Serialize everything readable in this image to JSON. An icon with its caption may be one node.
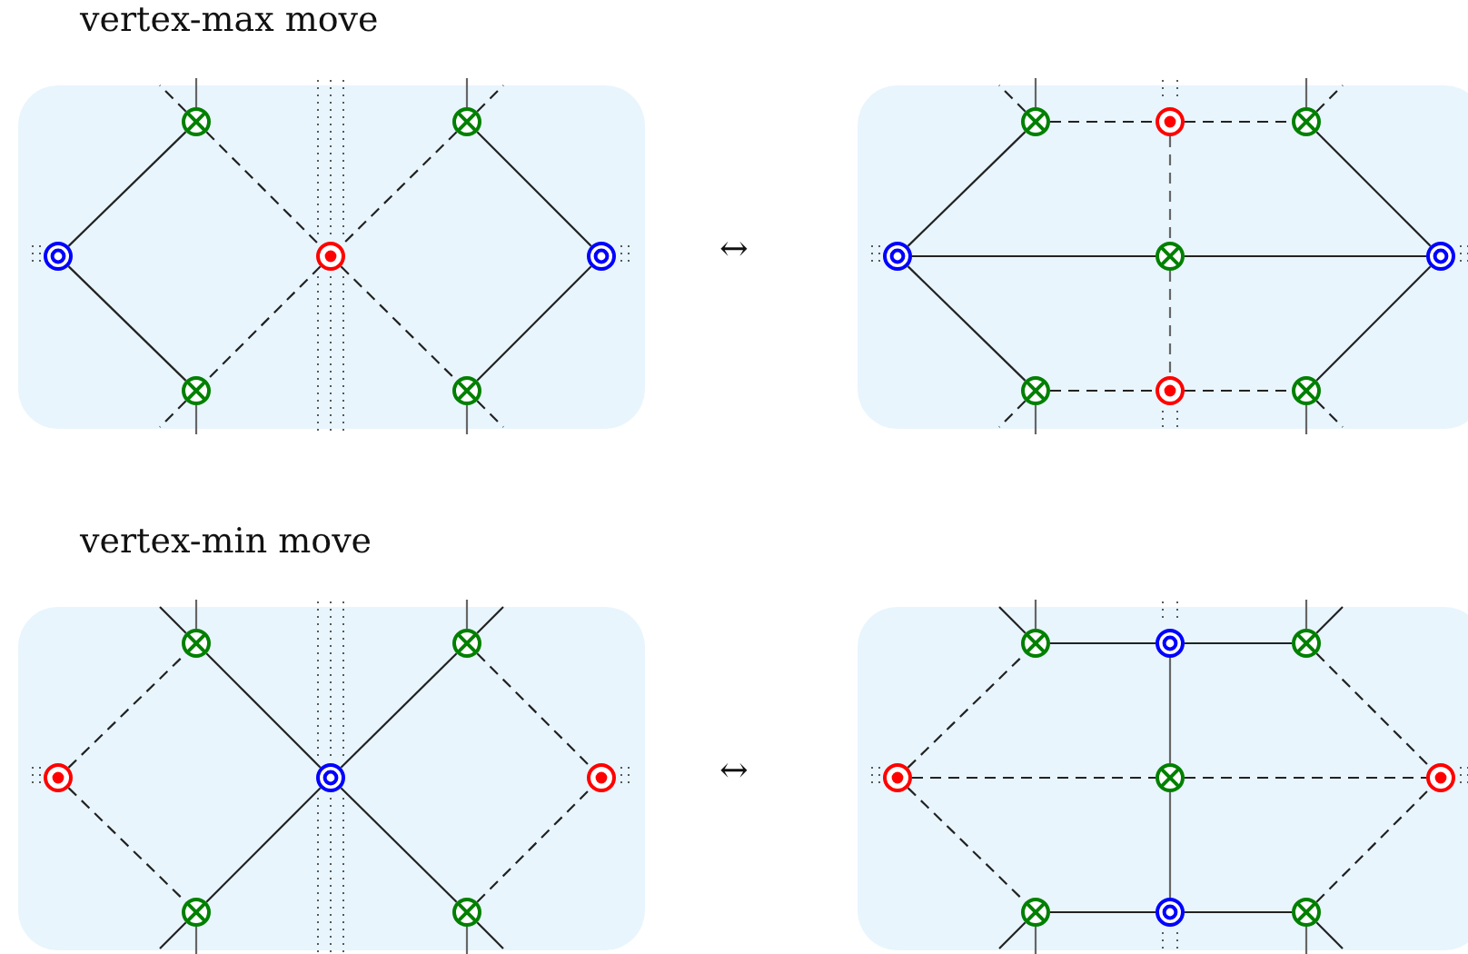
{
  "diagram": {
    "nodes": [
      {
        "text": [],
        "shape": "box"
      },
      {
        "text": [],
        "shape": "cross",
        "in": 0
      },
      {
        "text": [],
        "shape": "cross",
        "in": 0
      },
      {
        "text": [],
        "shape": "ring",
        "in": 0
      },
      {
        "text": [],
        "shape": "dot",
        "in": 0
      },
      {
        "text": [],
        "shape": "ring",
        "in": 0
      },
      {
        "text": [],
        "shape": "cross",
        "in": 0
      },
      {
        "text": [],
        "shape": "cross",
        "in": 0
      },
      {
        "text": [],
        "shape": "box"
      },
      {
        "text": [],
        "shape": "cross",
        "in": 8
      },
      {
        "text": [],
        "shape": "dot",
        "in": 8
      },
      {
        "text": [],
        "shape": "cross",
        "in": 8
      },
      {
        "text": [],
        "shape": "ring",
        "in": 8
      },
      {
        "text": [],
        "shape": "cross",
        "in": 8
      },
      {
        "text": [],
        "shape": "ring",
        "in": 8
      },
      {
        "text": [],
        "shape": "cross",
        "in": 8
      },
      {
        "text": [],
        "shape": "dot",
        "in": 8
      },
      {
        "text": [],
        "shape": "cross",
        "in": 8
      },
      {
        "text": [],
        "shape": "box"
      },
      {
        "text": [],
        "shape": "cross",
        "in": 18
      },
      {
        "text": [],
        "shape": "cross",
        "in": 18
      },
      {
        "text": [],
        "shape": "dot",
        "in": 18
      },
      {
        "text": [],
        "shape": "ring",
        "in": 18
      },
      {
        "text": [],
        "shape": "dot",
        "in": 18
      },
      {
        "text": [],
        "shape": "cross",
        "in": 18
      },
      {
        "text": [],
        "shape": "cross",
        "in": 18
      },
      {
        "text": [],
        "shape": "box"
      },
      {
        "text": [],
        "shape": "cross",
        "in": 26
      },
      {
        "text": [],
        "shape": "ring",
        "in": 26
      },
      {
        "text": [],
        "shape": "cross",
        "in": 26
      },
      {
        "text": [],
        "shape": "dot",
        "in": 26
      },
      {
        "text": [],
        "shape": "cross",
        "in": 26
      },
      {
        "text": [],
        "shape": "dot",
        "in": 26
      },
      {
        "text": [],
        "shape": "cross",
        "in": 26
      },
      {
        "text": [],
        "shape": "ring",
        "in": 26
      },
      {
        "text": [],
        "shape": "cross",
        "in": 26
      }
    ],
    "edges": [
      {
        "from": 3,
        "to": 1,
        "arrow": "none"
      },
      {
        "from": 3,
        "to": 6,
        "arrow": "none"
      },
      {
        "from": 1,
        "to": 4,
        "arrow": "none",
        "style": "dashed"
      },
      {
        "from": 2,
        "to": 4,
        "arrow": "none",
        "style": "dashed"
      },
      {
        "from": 4,
        "to": 6,
        "arrow": "none",
        "style": "dashed"
      },
      {
        "from": 4,
        "to": 7,
        "arrow": "none",
        "style": "dashed"
      },
      {
        "from": 2,
        "to": 5,
        "arrow": "none"
      },
      {
        "from": 7,
        "to": 5,
        "arrow": "none"
      },
      {
        "from": 12,
        "to": 9,
        "arrow": "none"
      },
      {
        "from": 9,
        "to": 10,
        "arrow": "none",
        "style": "dashed"
      },
      {
        "from": 10,
        "to": 11,
        "arrow": "none",
        "style": "dashed"
      },
      {
        "from": 11,
        "to": 14,
        "arrow": "none"
      },
      {
        "from": 12,
        "to": 13,
        "arrow": "none"
      },
      {
        "from": 13,
        "to": 14,
        "arrow": "none"
      },
      {
        "from": 10,
        "to": 13,
        "arrow": "none",
        "style": "dashed",
        "color": "#666666"
      },
      {
        "from": 13,
        "to": 16,
        "arrow": "none",
        "style": "dashed",
        "color": "#666666"
      },
      {
        "from": 12,
        "to": 15,
        "arrow": "none"
      },
      {
        "from": 15,
        "to": 16,
        "arrow": "none",
        "style": "dashed"
      },
      {
        "from": 16,
        "to": 17,
        "arrow": "none",
        "style": "dashed"
      },
      {
        "from": 17,
        "to": 14,
        "arrow": "none"
      },
      {
        "from": 21,
        "to": 19,
        "arrow": "none",
        "style": "dashed"
      },
      {
        "from": 21,
        "to": 24,
        "arrow": "none",
        "style": "dashed"
      },
      {
        "from": 19,
        "to": 22,
        "arrow": "none"
      },
      {
        "from": 20,
        "to": 22,
        "arrow": "none"
      },
      {
        "from": 22,
        "to": 24,
        "arrow": "none"
      },
      {
        "from": 22,
        "to": 25,
        "arrow": "none"
      },
      {
        "from": 20,
        "to": 23,
        "arrow": "none",
        "style": "dashed"
      },
      {
        "from": 25,
        "to": 23,
        "arrow": "none",
        "style": "dashed"
      },
      {
        "from": 30,
        "to": 27,
        "arrow": "none",
        "style": "dashed"
      },
      {
        "from": 27,
        "to": 28,
        "arrow": "none"
      },
      {
        "from": 28,
        "to": 29,
        "arrow": "none"
      },
      {
        "from": 29,
        "to": 32,
        "arrow": "none",
        "style": "dashed"
      },
      {
        "from": 30,
        "to": 31,
        "arrow": "none",
        "style": "dashed"
      },
      {
        "from": 31,
        "to": 32,
        "arrow": "none",
        "style": "dashed"
      },
      {
        "from": 28,
        "to": 31,
        "arrow": "none",
        "color": "#666666"
      },
      {
        "from": 31,
        "to": 34,
        "arrow": "none",
        "color": "#666666"
      },
      {
        "from": 30,
        "to": 33,
        "arrow": "none",
        "style": "dashed"
      },
      {
        "from": 33,
        "to": 34,
        "arrow": "none"
      },
      {
        "from": 34,
        "to": 35,
        "arrow": "none"
      },
      {
        "from": 35,
        "to": 32,
        "arrow": "none",
        "style": "dashed"
      },
      {
        "from": 1,
        "to": null,
        "arrow": "none",
        "color": "#666666"
      },
      {
        "from": 1,
        "to": null,
        "arrow": "none",
        "style": "dashed"
      },
      {
        "from": 2,
        "to": null,
        "arrow": "none",
        "color": "#666666"
      },
      {
        "from": 2,
        "to": null,
        "arrow": "none",
        "style": "dashed"
      },
      {
        "from": 6,
        "to": null,
        "arrow": "none",
        "color": "#666666"
      },
      {
        "from": 6,
        "to": null,
        "arrow": "none",
        "style": "dashed"
      },
      {
        "from": 7,
        "to": null,
        "arrow": "none",
        "color": "#666666"
      },
      {
        "from": 7,
        "to": null,
        "arrow": "none",
        "style": "dashed"
      },
      {
        "from": 9,
        "to": null,
        "arrow": "none",
        "color": "#666666"
      },
      {
        "from": 9,
        "to": null,
        "arrow": "none",
        "style": "dashed"
      },
      {
        "from": 11,
        "to": null,
        "arrow": "none",
        "color": "#666666"
      },
      {
        "from": 11,
        "to": null,
        "arrow": "none",
        "style": "dashed"
      },
      {
        "from": 15,
        "to": null,
        "arrow": "none",
        "color": "#666666"
      },
      {
        "from": 15,
        "to": null,
        "arrow": "none",
        "style": "dashed"
      },
      {
        "from": 17,
        "to": null,
        "arrow": "none",
        "color": "#666666"
      },
      {
        "from": 17,
        "to": null,
        "arrow": "none",
        "style": "dashed"
      },
      {
        "from": 19,
        "to": null,
        "arrow": "none",
        "color": "#666666"
      },
      {
        "from": 19,
        "to": null,
        "arrow": "none"
      },
      {
        "from": 20,
        "to": null,
        "arrow": "none",
        "color": "#666666"
      },
      {
        "from": 20,
        "to": null,
        "arrow": "none"
      },
      {
        "from": 24,
        "to": null,
        "arrow": "none",
        "color": "#666666"
      },
      {
        "from": 24,
        "to": null,
        "arrow": "none"
      },
      {
        "from": 25,
        "to": null,
        "arrow": "none",
        "color": "#666666"
      },
      {
        "from": 25,
        "to": null,
        "arrow": "none"
      },
      {
        "from": 27,
        "to": null,
        "arrow": "none",
        "color": "#666666"
      },
      {
        "from": 27,
        "to": null,
        "arrow": "none"
      },
      {
        "from": 29,
        "to": null,
        "arrow": "none",
        "color": "#666666"
      },
      {
        "from": 29,
        "to": null,
        "arrow": "none"
      },
      {
        "from": 33,
        "to": null,
        "arrow": "none",
        "color": "#666666"
      },
      {
        "from": 33,
        "to": null,
        "arrow": "none"
      },
      {
        "from": 35,
        "to": null,
        "arrow": "none",
        "color": "#666666"
      },
      {
        "from": 35,
        "to": null,
        "arrow": "none"
      }
    ],
    "labels": [
      "vertex-max move",
      "↔",
      "vertex-min move",
      "↔"
    ]
  }
}
